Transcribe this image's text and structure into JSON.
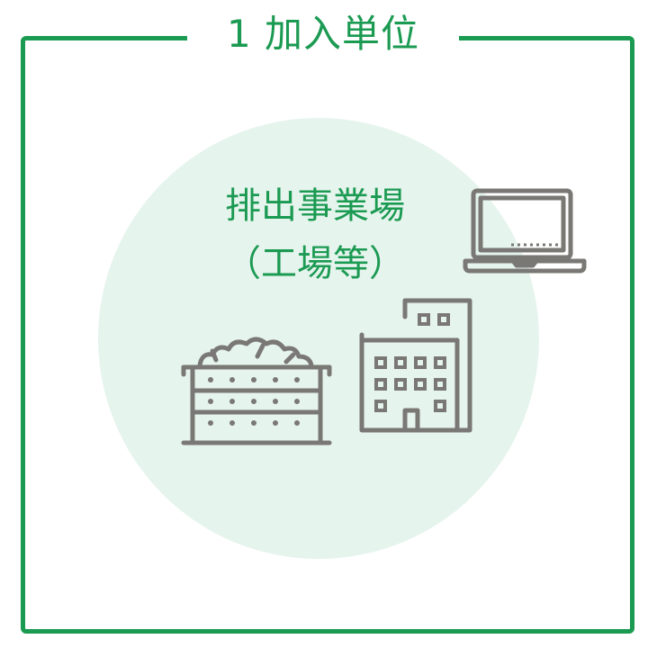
{
  "frame": {
    "title": "1 加入単位",
    "border_color": "#1b9a52"
  },
  "circle": {
    "label_line1": "排出事業場",
    "label_line2": "（工場等）",
    "fill_color": "#e6f4ee",
    "text_color": "#1b9a52"
  },
  "icons": {
    "laptop": "laptop-icon",
    "waste_container": "waste-container-icon",
    "building": "office-building-icon",
    "stroke_color": "#7a7874"
  }
}
